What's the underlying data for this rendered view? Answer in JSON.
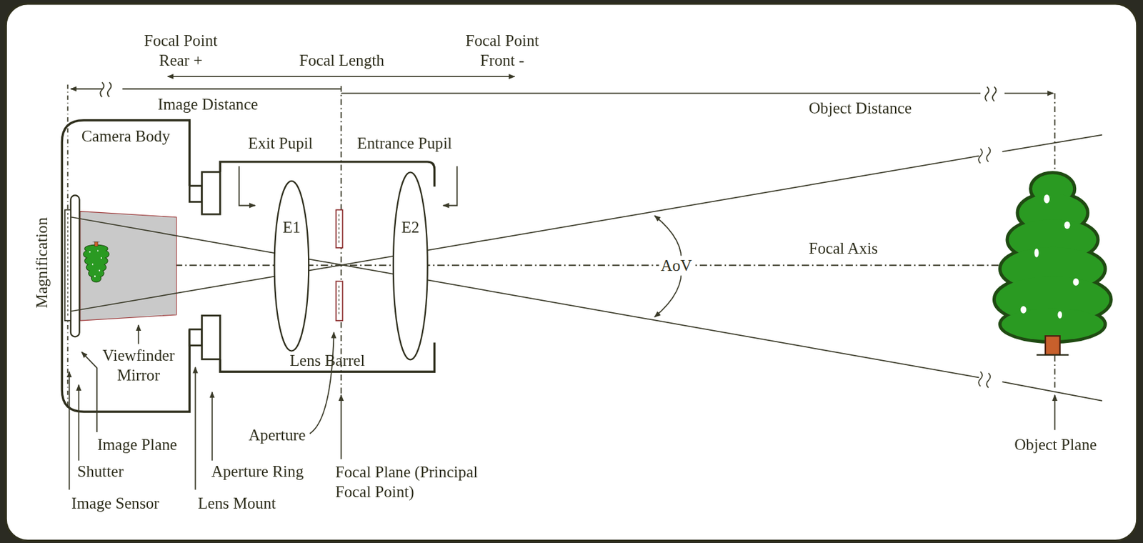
{
  "diagram": {
    "nodes": [
      {
        "text": [
          "Camera Body"
        ]
      },
      {
        "text": [
          "Lens Barrel"
        ]
      },
      {
        "text": [
          "E1"
        ],
        "in": 1
      },
      {
        "text": [
          "E2"
        ],
        "in": 1
      }
    ],
    "labels": [
      "Focal Point Rear +",
      "Focal Length",
      "Focal Point Front -",
      "Image Distance",
      "Object Distance",
      "Exit Pupil",
      "Entrance Pupil",
      "Magnification",
      "AoV",
      "Focal Axis",
      "Viewfinder Mirror",
      "Aperture",
      "Image Plane",
      "Shutter",
      "Aperture Ring",
      "Focal Plane (Principal Focal Point)",
      "Image Sensor",
      "Lens Mount",
      "Object Plane"
    ]
  }
}
